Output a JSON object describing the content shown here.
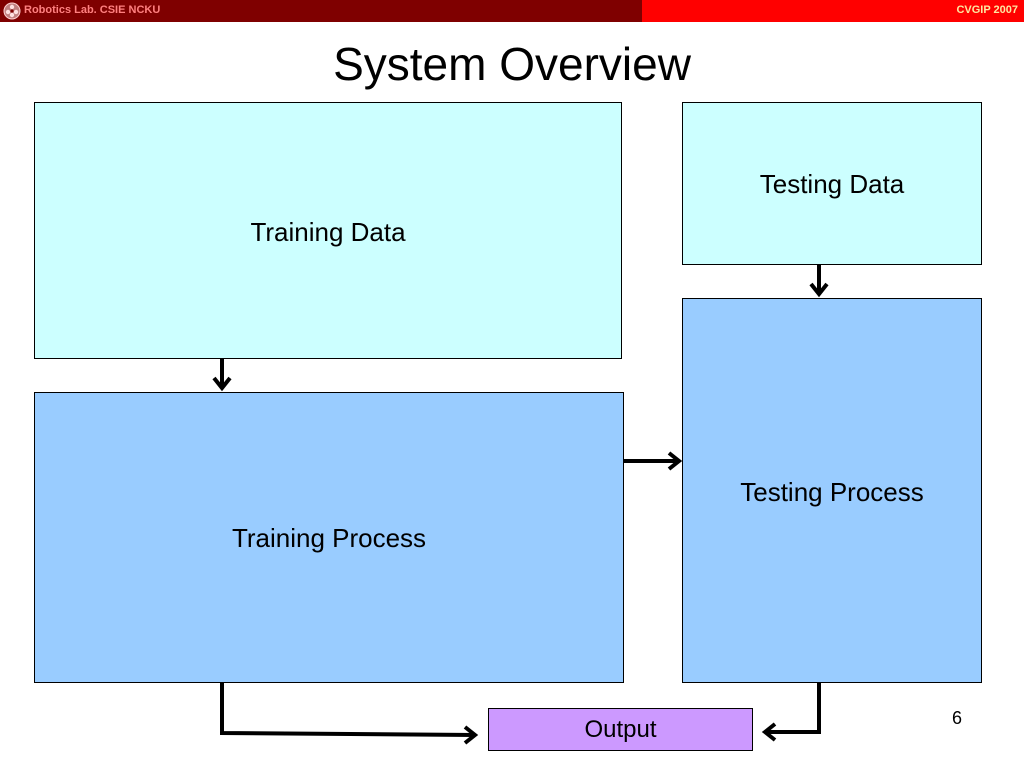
{
  "header": {
    "lab_name": "Robotics Lab. CSIE NCKU",
    "conference": "CVGIP 2007",
    "colors": {
      "left_bar": "#7f0000",
      "right_bar": "#ff0000"
    },
    "logo_icon": "lab-logo-icon"
  },
  "slide": {
    "title": "System Overview",
    "page_number": "6"
  },
  "diagram": {
    "nodes": {
      "training_data": "Training Data",
      "testing_data": "Testing Data",
      "training_process": "Training Process",
      "testing_process": "Testing Process",
      "output": "Output"
    },
    "edges": [
      {
        "from": "training_data",
        "to": "training_process"
      },
      {
        "from": "testing_data",
        "to": "testing_process"
      },
      {
        "from": "training_process",
        "to": "testing_process"
      },
      {
        "from": "training_process",
        "to": "output"
      },
      {
        "from": "testing_process",
        "to": "output"
      }
    ],
    "colors": {
      "data_fill": "#ccffff",
      "process_fill": "#99ccff",
      "output_fill": "#cc99ff"
    }
  }
}
